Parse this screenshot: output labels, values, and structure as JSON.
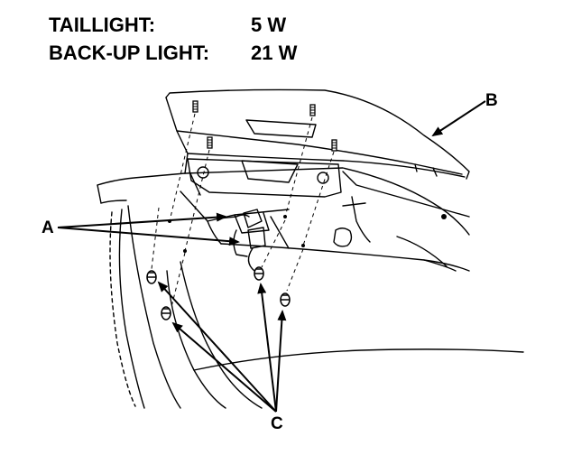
{
  "specs": [
    {
      "label": "TAILLIGHT:",
      "value": "5 W"
    },
    {
      "label": "BACK-UP LIGHT:",
      "value": "21 W"
    }
  ],
  "callouts": {
    "a": "A",
    "b": "B",
    "c": "C"
  },
  "colors": {
    "ink": "#000000",
    "background": "#ffffff"
  }
}
